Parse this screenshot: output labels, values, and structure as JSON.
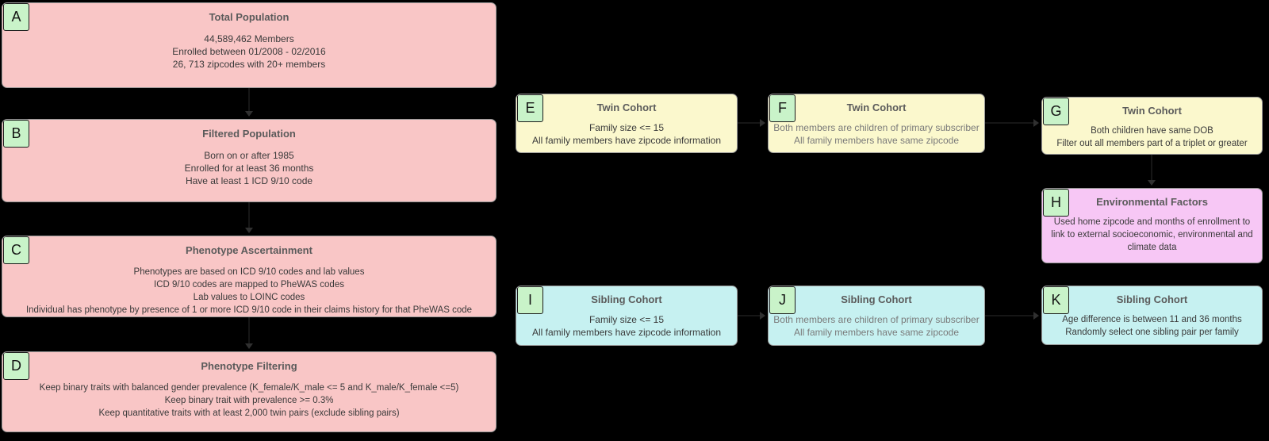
{
  "diagram": {
    "kind": "cohort-construction-flowchart",
    "palette": {
      "background": "#000000",
      "population_pink": "#f9c6c6",
      "twin_yellow": "#fbf8cd",
      "sibling_cyan": "#c6f1f1",
      "environment_magenta": "#f7c7f5",
      "label_green": "#c9f3c9",
      "node_border": "#999999",
      "title_text": "#5b5b5b",
      "body_text": "#3a3a3a",
      "muted_body_text": "#7a7a7a"
    }
  },
  "boxes": {
    "a": {
      "letter": "A",
      "title": "Total Population",
      "lines": [
        "44,589,462 Members",
        "Enrolled between 01/2008 - 02/2016",
        "26, 713 zipcodes with 20+ members"
      ]
    },
    "b": {
      "letter": "B",
      "title": "Filtered Population",
      "lines": [
        "Born on or after 1985",
        "Enrolled for at least 36 months",
        "Have at least 1 ICD 9/10 code"
      ]
    },
    "c": {
      "letter": "C",
      "title": "Phenotype Ascertainment",
      "lines": [
        "Phenotypes are based on ICD 9/10 codes and lab values",
        "ICD 9/10 codes are mapped to PheWAS codes",
        "Lab values to LOINC codes",
        "Individual has phenotype by presence of 1 or more ICD 9/10 code in their claims history for that PheWAS code"
      ]
    },
    "d": {
      "letter": "D",
      "title": "Phenotype Filtering",
      "lines": [
        "Keep binary traits with balanced gender prevalence (K_female/K_male <= 5 and K_male/K_female <=5)",
        "Keep binary trait with prevalence >= 0.3%",
        "Keep quantitative traits with at least 2,000 twin pairs (exclude sibling pairs)"
      ]
    },
    "e": {
      "letter": "E",
      "title": "Twin Cohort",
      "lines": [
        "Family size <= 15",
        "All family members have zipcode information"
      ]
    },
    "f": {
      "letter": "F",
      "title": "Twin Cohort",
      "lines": [
        "Both members are children of primary subscriber",
        "All family members have same zipcode"
      ]
    },
    "g": {
      "letter": "G",
      "title": "Twin Cohort",
      "lines": [
        "Both children have same DOB",
        "Filter out all members part of a triplet or greater"
      ]
    },
    "h": {
      "letter": "H",
      "title": "Environmental Factors",
      "lines": [
        "Used home zipcode and months of enrollment to",
        "link to external socioeconomic, environmental and",
        "climate data"
      ]
    },
    "i": {
      "letter": "I",
      "title": "Sibling Cohort",
      "lines": [
        "Family size <= 15",
        "All family members have zipcode information"
      ]
    },
    "j": {
      "letter": "J",
      "title": "Sibling Cohort",
      "lines": [
        "Both members are children of primary subscriber",
        "All family members have same zipcode"
      ]
    },
    "k": {
      "letter": "K",
      "title": "Sibling Cohort",
      "lines": [
        "Age difference is between 11 and 36 months",
        "Randomly select one sibling pair per family"
      ]
    }
  }
}
